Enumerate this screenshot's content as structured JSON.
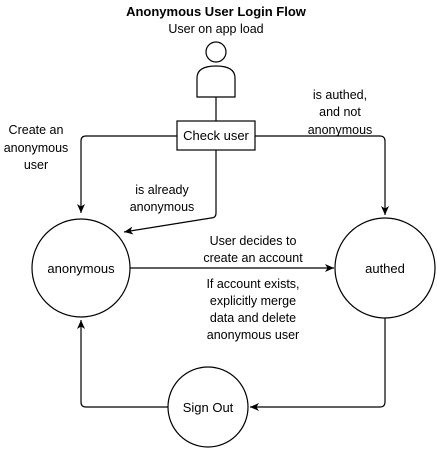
{
  "title": "Anonymous User Login Flow",
  "actor": {
    "label": "User on app load"
  },
  "nodes": {
    "check_user": "Check user",
    "anonymous": "anonymous",
    "authed": "authed",
    "sign_out": "Sign Out"
  },
  "edge_labels": {
    "create_anonymous": [
      "Create an",
      "anonymous",
      "user"
    ],
    "is_authed": [
      "is authed,",
      "and not",
      "anonymous"
    ],
    "already_anonymous": [
      "is already",
      "anonymous"
    ],
    "decides_account": [
      "User decides to",
      "create an account"
    ],
    "account_exists": [
      "If account exists,",
      "explicitly merge",
      "data and delete",
      "anonymous user"
    ]
  },
  "colors": {
    "stroke": "#000000",
    "fill": "#ffffff"
  }
}
